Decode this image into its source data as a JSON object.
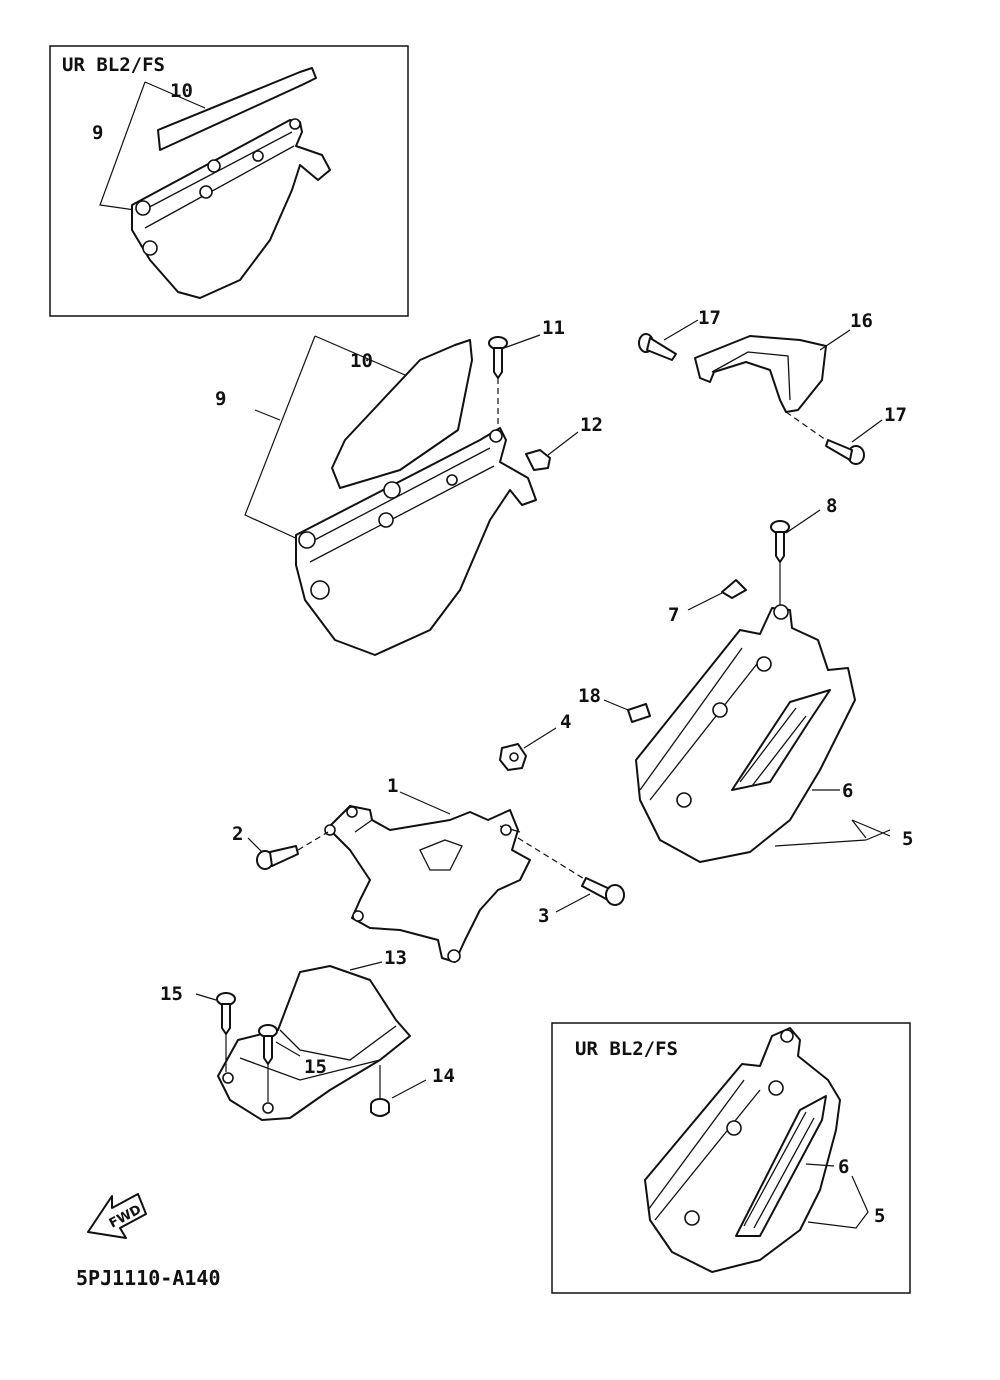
{
  "diagram": {
    "inset_top": {
      "title": "UR BL2/FS",
      "callouts": [
        "10",
        "9"
      ]
    },
    "inset_bottom": {
      "title": "UR BL2/FS",
      "callouts": [
        "6",
        "5"
      ]
    },
    "callouts": {
      "c1": "1",
      "c2": "2",
      "c3": "3",
      "c4": "4",
      "c5": "5",
      "c6": "6",
      "c7": "7",
      "c8": "8",
      "c9": "9",
      "c10": "10",
      "c11": "11",
      "c12": "12",
      "c13": "13",
      "c14": "14",
      "c15a": "15",
      "c15b": "15",
      "c16": "16",
      "c17a": "17",
      "c17b": "17",
      "c18": "18"
    },
    "fwd_label": "FWD",
    "diagram_code": "5PJ1110-A140"
  }
}
